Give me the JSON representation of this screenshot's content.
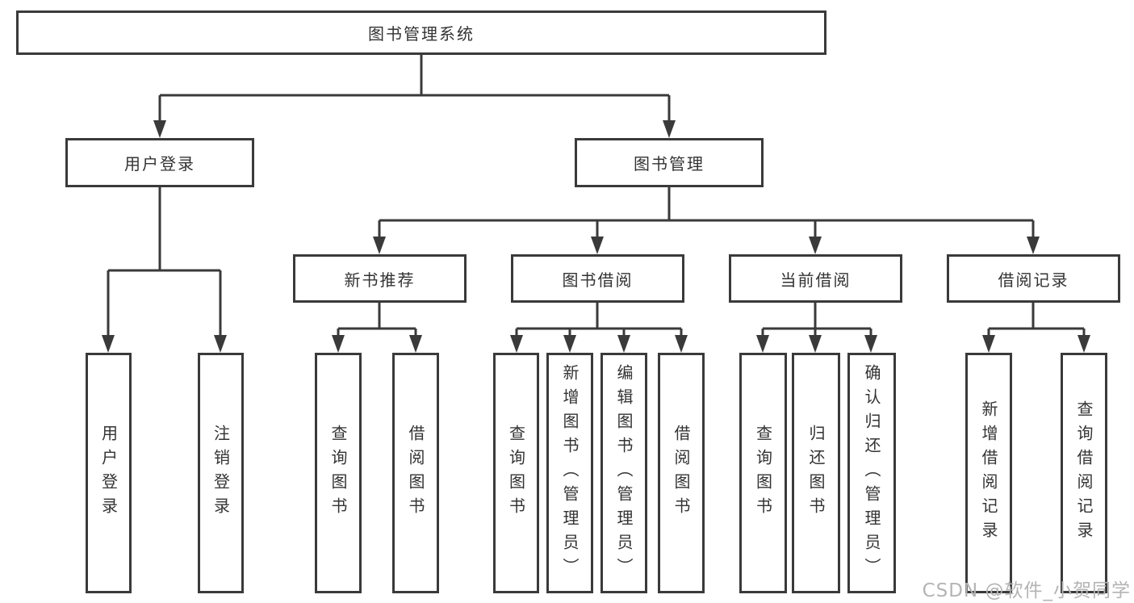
{
  "diagram": {
    "root": {
      "label": "图书管理系统"
    },
    "level2": {
      "user_login": {
        "label": "用户登录",
        "children": [
          "用户登录",
          "注销登录"
        ]
      },
      "book_mgmt": {
        "label": "图书管理"
      }
    },
    "level3": [
      {
        "label": "新书推荐",
        "children": [
          "查询图书",
          "借阅图书"
        ]
      },
      {
        "label": "图书借阅",
        "children": [
          "查询图书",
          "新增图书（管理员）",
          "编辑图书（管理员）",
          "借阅图书"
        ]
      },
      {
        "label": "当前借阅",
        "children": [
          "查询图书",
          "归还图书",
          "确认归还（管理员）"
        ]
      },
      {
        "label": "借阅记录",
        "children": [
          "新增借阅记录",
          "查询借阅记录"
        ]
      }
    ],
    "watermark": "CSDN @软件_小贺同学",
    "colors": {
      "line": "#3a3a3a",
      "text": "#333333",
      "watermark": "#b4b4b4",
      "background": "#ffffff"
    }
  }
}
